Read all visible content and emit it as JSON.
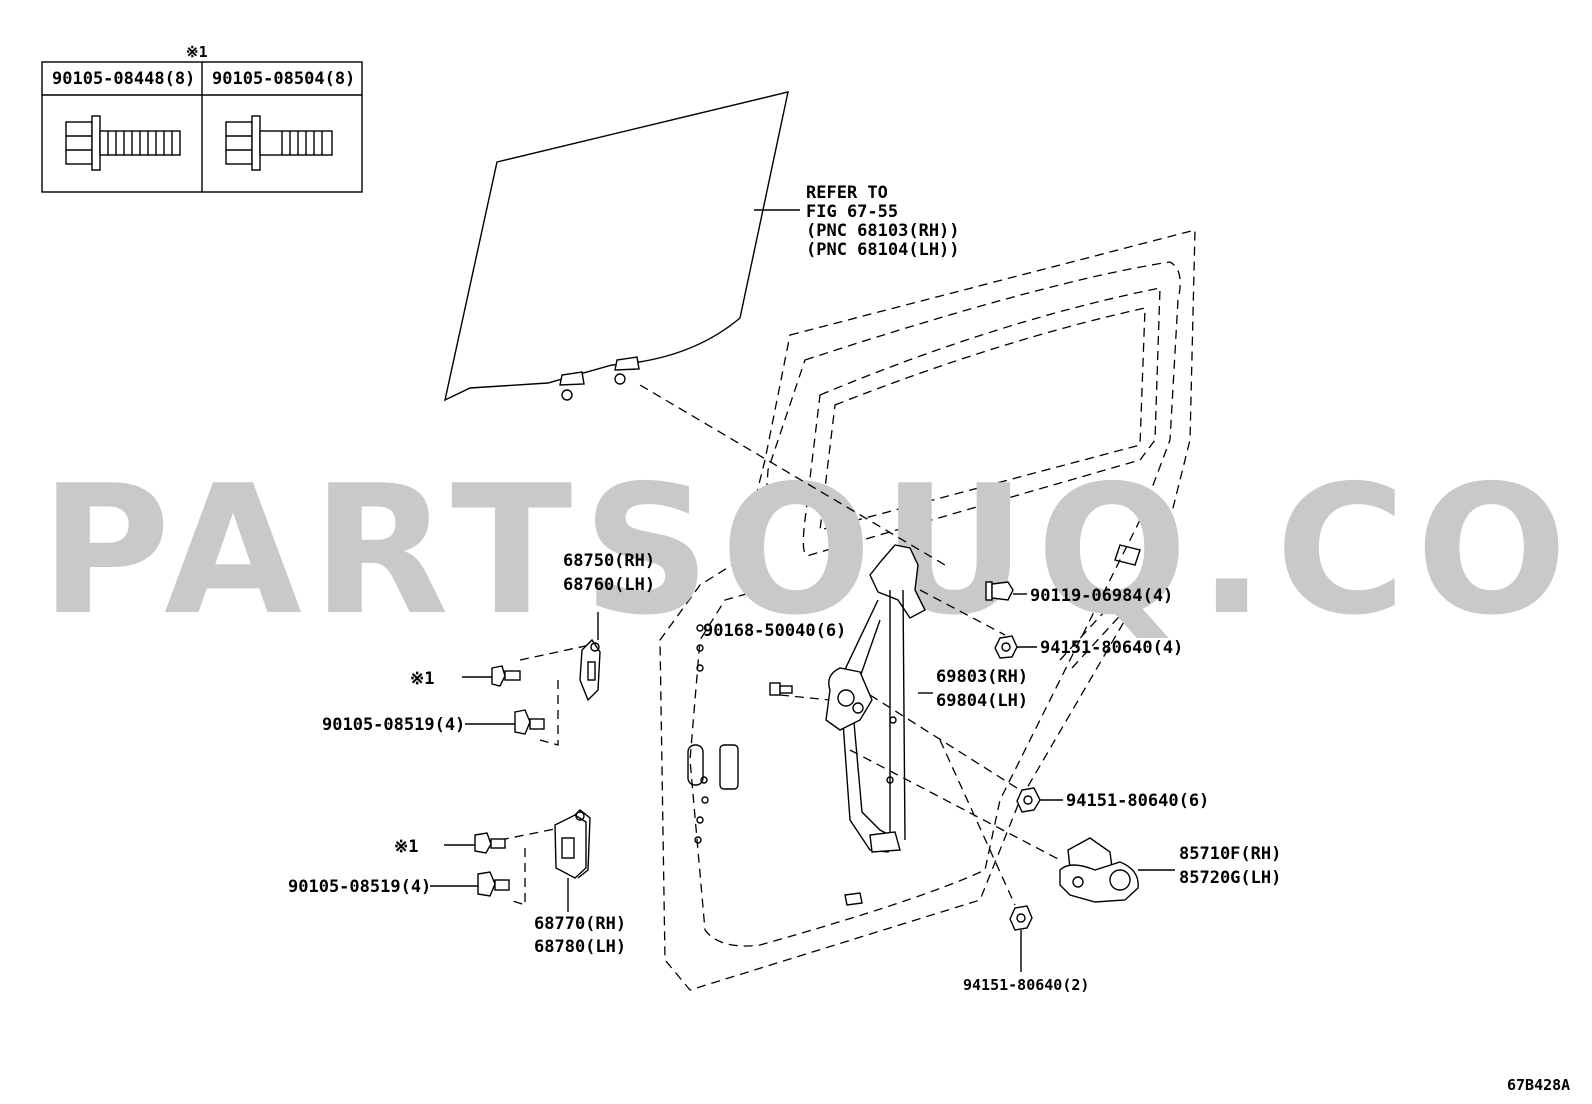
{
  "legend": {
    "mark": "※1",
    "col1": "90105-08448(8)",
    "col2": "90105-08504(8)"
  },
  "refer": {
    "line1": "REFER TO",
    "line2": "FIG 67-55",
    "line3": "(PNC 68103(RH))",
    "line4": "(PNC 68104(LH))"
  },
  "watermark": "PARTSOUQ.COM",
  "labels": {
    "hinge_upper_rh": "68750(RH)",
    "hinge_upper_lh": "68760(LH)",
    "mark1_upper": "※1",
    "bolt_upper": "90105-08519(4)",
    "mark1_lower": "※1",
    "bolt_lower": "90105-08519(4)",
    "hinge_lower_rh": "68770(RH)",
    "hinge_lower_lh": "68780(LH)",
    "bolt_regulator": "90168-50040(6)",
    "bolt_top": "90119-06984(4)",
    "nut_top": "94151-80640(4)",
    "regulator_rh": "69803(RH)",
    "regulator_lh": "69804(LH)",
    "nut_mid": "94151-80640(6)",
    "motor_rh": "85710F(RH)",
    "motor_lh": "85720G(LH)",
    "nut_bottom": "94151-80640(2)"
  },
  "figure_code": "67B428A"
}
